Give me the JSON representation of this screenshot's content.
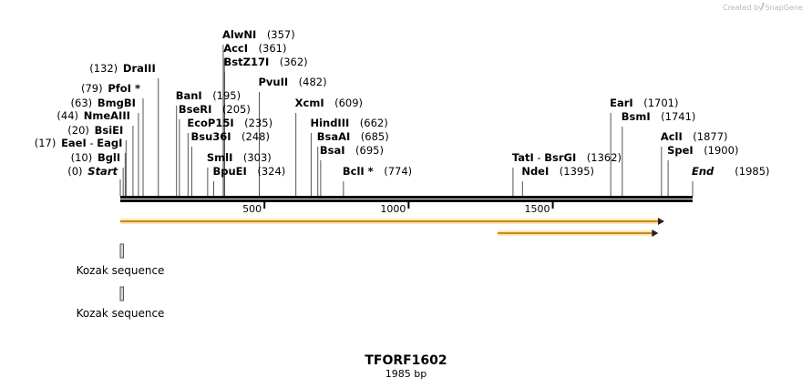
{
  "credit": "Created by SnapGene",
  "sequence": {
    "name": "TFORF1602",
    "length_label": "1985 bp",
    "length": 1985
  },
  "ruler_ticks": [
    {
      "value": 500,
      "label": "500"
    },
    {
      "value": 1000,
      "label": "1000"
    },
    {
      "value": 1500,
      "label": "1500"
    }
  ],
  "sites": [
    {
      "name": "Start",
      "pos_label": "(0)",
      "pos": 0,
      "italic": true,
      "star": false
    },
    {
      "name": "BglI",
      "pos_label": "(10)",
      "pos": 10,
      "italic": false,
      "star": false
    },
    {
      "name": "EaeI",
      "pair": "EagI",
      "pos_label": "(17)",
      "pos": 17,
      "italic": false,
      "star": false
    },
    {
      "name": "BsiEI",
      "pos_label": "(20)",
      "pos": 20,
      "italic": false,
      "star": false
    },
    {
      "name": "NmeAIII",
      "pos_label": "(44)",
      "pos": 44,
      "italic": false,
      "star": false
    },
    {
      "name": "BmgBI",
      "pos_label": "(63)",
      "pos": 63,
      "italic": false,
      "star": false
    },
    {
      "name": "PfoI",
      "pos_label": "(79)",
      "pos": 79,
      "italic": false,
      "star": true
    },
    {
      "name": "DraIII",
      "pos_label": "(132)",
      "pos": 132,
      "italic": false,
      "star": false
    },
    {
      "name": "BanI",
      "pos_label": "(195)",
      "pos": 195,
      "italic": false,
      "star": false
    },
    {
      "name": "BseRI",
      "pos_label": "(205)",
      "pos": 205,
      "italic": false,
      "star": false
    },
    {
      "name": "EcoP15I",
      "pos_label": "(235)",
      "pos": 235,
      "italic": false,
      "star": false
    },
    {
      "name": "Bsu36I",
      "pos_label": "(248)",
      "pos": 248,
      "italic": false,
      "star": false
    },
    {
      "name": "SmlI",
      "pos_label": "(303)",
      "pos": 303,
      "italic": false,
      "star": false
    },
    {
      "name": "BpuEI",
      "pos_label": "(324)",
      "pos": 324,
      "italic": false,
      "star": false
    },
    {
      "name": "AlwNI",
      "pos_label": "(357)",
      "pos": 357,
      "italic": false,
      "star": false
    },
    {
      "name": "AccI",
      "pos_label": "(361)",
      "pos": 361,
      "italic": false,
      "star": false
    },
    {
      "name": "BstZ17I",
      "pos_label": "(362)",
      "pos": 362,
      "italic": false,
      "star": false
    },
    {
      "name": "PvuII",
      "pos_label": "(482)",
      "pos": 482,
      "italic": false,
      "star": false
    },
    {
      "name": "XcmI",
      "pos_label": "(609)",
      "pos": 609,
      "italic": false,
      "star": false
    },
    {
      "name": "HindIII",
      "pos_label": "(662)",
      "pos": 662,
      "italic": false,
      "star": false
    },
    {
      "name": "BsaAI",
      "pos_label": "(685)",
      "pos": 685,
      "italic": false,
      "star": false
    },
    {
      "name": "BsaI",
      "pos_label": "(695)",
      "pos": 695,
      "italic": false,
      "star": false
    },
    {
      "name": "BclI",
      "pos_label": "(774)",
      "pos": 774,
      "italic": false,
      "star": true
    },
    {
      "name": "TatI",
      "pair": "BsrGI",
      "pos_label": "(1362)",
      "pos": 1362,
      "italic": false,
      "star": false
    },
    {
      "name": "NdeI",
      "pos_label": "(1395)",
      "pos": 1395,
      "italic": false,
      "star": false
    },
    {
      "name": "EarI",
      "pos_label": "(1701)",
      "pos": 1701,
      "italic": false,
      "star": false
    },
    {
      "name": "BsmI",
      "pos_label": "(1741)",
      "pos": 1741,
      "italic": false,
      "star": false
    },
    {
      "name": "AclI",
      "pos_label": "(1877)",
      "pos": 1877,
      "italic": false,
      "star": false
    },
    {
      "name": "SpeI",
      "pos_label": "(1900)",
      "pos": 1900,
      "italic": false,
      "star": false
    },
    {
      "name": "End",
      "pos_label": "(1985)",
      "pos": 1985,
      "italic": true,
      "star": false
    }
  ],
  "features": [
    {
      "type": "orf",
      "start": 0,
      "end": 1887,
      "direction": "forward",
      "color": "#f5a623"
    },
    {
      "type": "orf",
      "start": 1309,
      "end": 1866,
      "direction": "forward",
      "color": "#f5a623"
    },
    {
      "type": "misc",
      "label": "Kozak sequence",
      "start": 0,
      "end": 10,
      "color": "#d6d6d6"
    },
    {
      "type": "misc",
      "label": "Kozak sequence",
      "start": 10,
      "end": 20,
      "color": "#d6d6d6"
    }
  ]
}
